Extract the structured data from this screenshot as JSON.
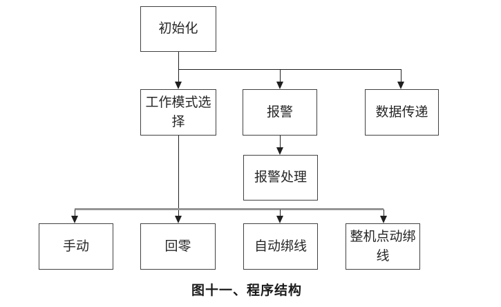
{
  "figure": {
    "caption": "图十一、程序结构",
    "nodes": [
      {
        "id": "initialization",
        "label": "初始化"
      },
      {
        "id": "work-mode-selection",
        "label": "工作模式选择"
      },
      {
        "id": "alarm",
        "label": "报警"
      },
      {
        "id": "data-transfer",
        "label": "数据传递"
      },
      {
        "id": "alarm-handling",
        "label": "报警处理"
      },
      {
        "id": "manual",
        "label": "手动"
      },
      {
        "id": "return-to-zero",
        "label": "回零"
      },
      {
        "id": "auto-wire-binding",
        "label": "自动绑线"
      },
      {
        "id": "machine-jog-binding",
        "label": "整机点动绑线"
      }
    ],
    "edges": [
      {
        "from": "initialization",
        "to": "work-mode-selection"
      },
      {
        "from": "initialization",
        "to": "alarm"
      },
      {
        "from": "initialization",
        "to": "data-transfer"
      },
      {
        "from": "alarm",
        "to": "alarm-handling"
      },
      {
        "from": "work-mode-selection",
        "to": "manual"
      },
      {
        "from": "work-mode-selection",
        "to": "return-to-zero"
      },
      {
        "from": "work-mode-selection",
        "to": "auto-wire-binding"
      },
      {
        "from": "work-mode-selection",
        "to": "machine-jog-binding"
      }
    ],
    "colors": {
      "line": "#1f1f1f",
      "distribution_line": "#949494",
      "box_border": "#404040",
      "background": "#ffffff",
      "text": "#262626"
    }
  }
}
